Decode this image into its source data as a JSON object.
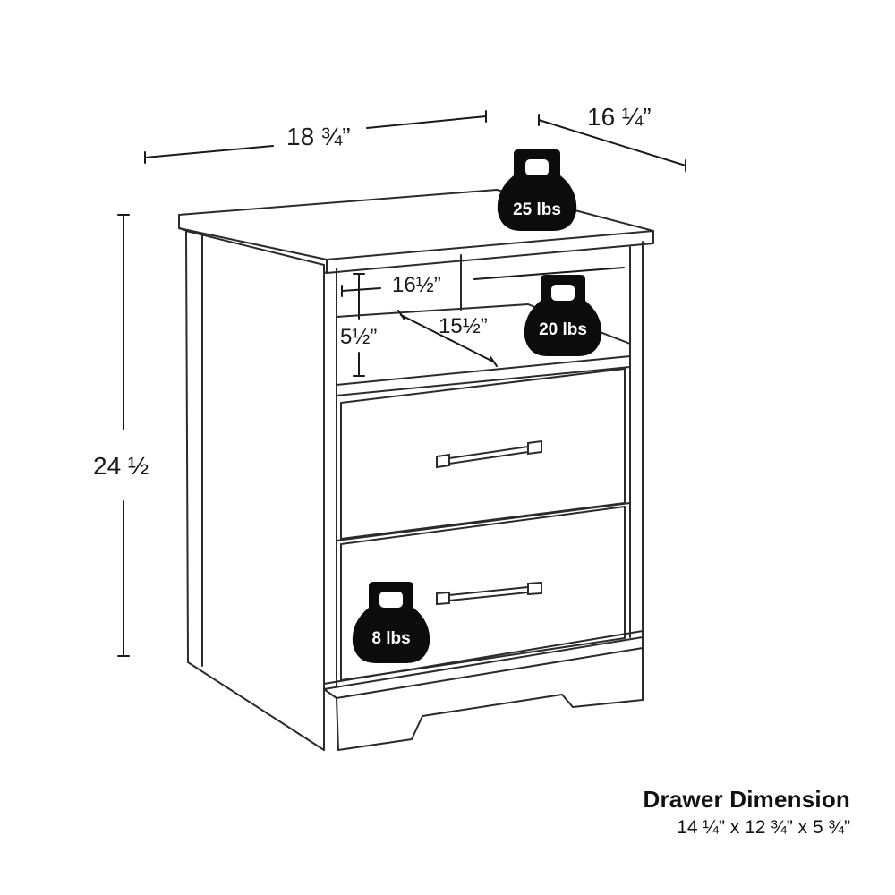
{
  "dimensions": {
    "width": "18 ¾”",
    "depth": "16 ¼”",
    "height": "24 ½",
    "shelf_width": "16½”",
    "shelf_depth": "15½”",
    "shelf_height": "5½”"
  },
  "weights": {
    "top": "25 lbs",
    "shelf": "20 lbs",
    "drawer": "8 lbs"
  },
  "drawer_dimension": {
    "title": "Drawer Dimension",
    "size": "14 ¼” x 12 ¾” x 5 ¾”"
  },
  "colors": {
    "line": "#2b2b2b",
    "weight_icon": "#0c0c0c",
    "background": "#ffffff"
  }
}
